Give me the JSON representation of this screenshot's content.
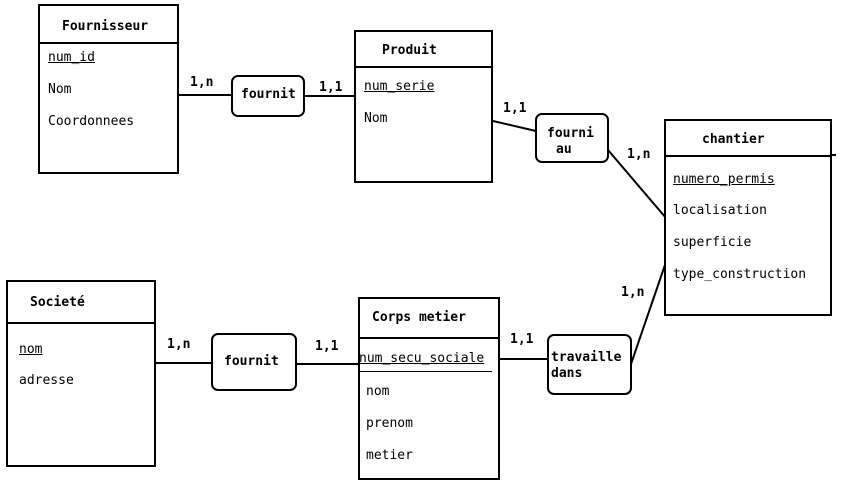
{
  "entities": {
    "fournisseur": {
      "title": "Fournisseur",
      "attributes": [
        "num_id",
        "Nom",
        "Coordonnees"
      ]
    },
    "produit": {
      "title": "Produit",
      "attributes": [
        "num_serie",
        "Nom"
      ]
    },
    "chantier": {
      "title": "chantier",
      "attributes": [
        "numero_permis",
        "localisation",
        "superficie",
        "type_construction"
      ]
    },
    "societe": {
      "title": "Societé",
      "attributes": [
        "nom",
        "adresse"
      ]
    },
    "corps_metier": {
      "title": "Corps metier",
      "attributes": [
        "num_secu_sociale",
        "nom",
        "prenom",
        "metier"
      ]
    }
  },
  "relations": {
    "fournit_1": {
      "label": "fournit"
    },
    "fourni_au": {
      "line1": "fourni",
      "line2": "au"
    },
    "fournit_2": {
      "label": "fournit"
    },
    "travaille_dans": {
      "line1": "travaille",
      "line2": "dans"
    }
  },
  "cardinalities": {
    "fournisseur_fournit": "1,n",
    "fournit_produit": "1,1",
    "produit_fourni_au": "1,1",
    "fourni_au_chantier": "1,n",
    "societe_fournit": "1,n",
    "fournit_corps_metier": "1,1",
    "corps_metier_travaille": "1,1",
    "travaille_chantier": "1,n"
  }
}
